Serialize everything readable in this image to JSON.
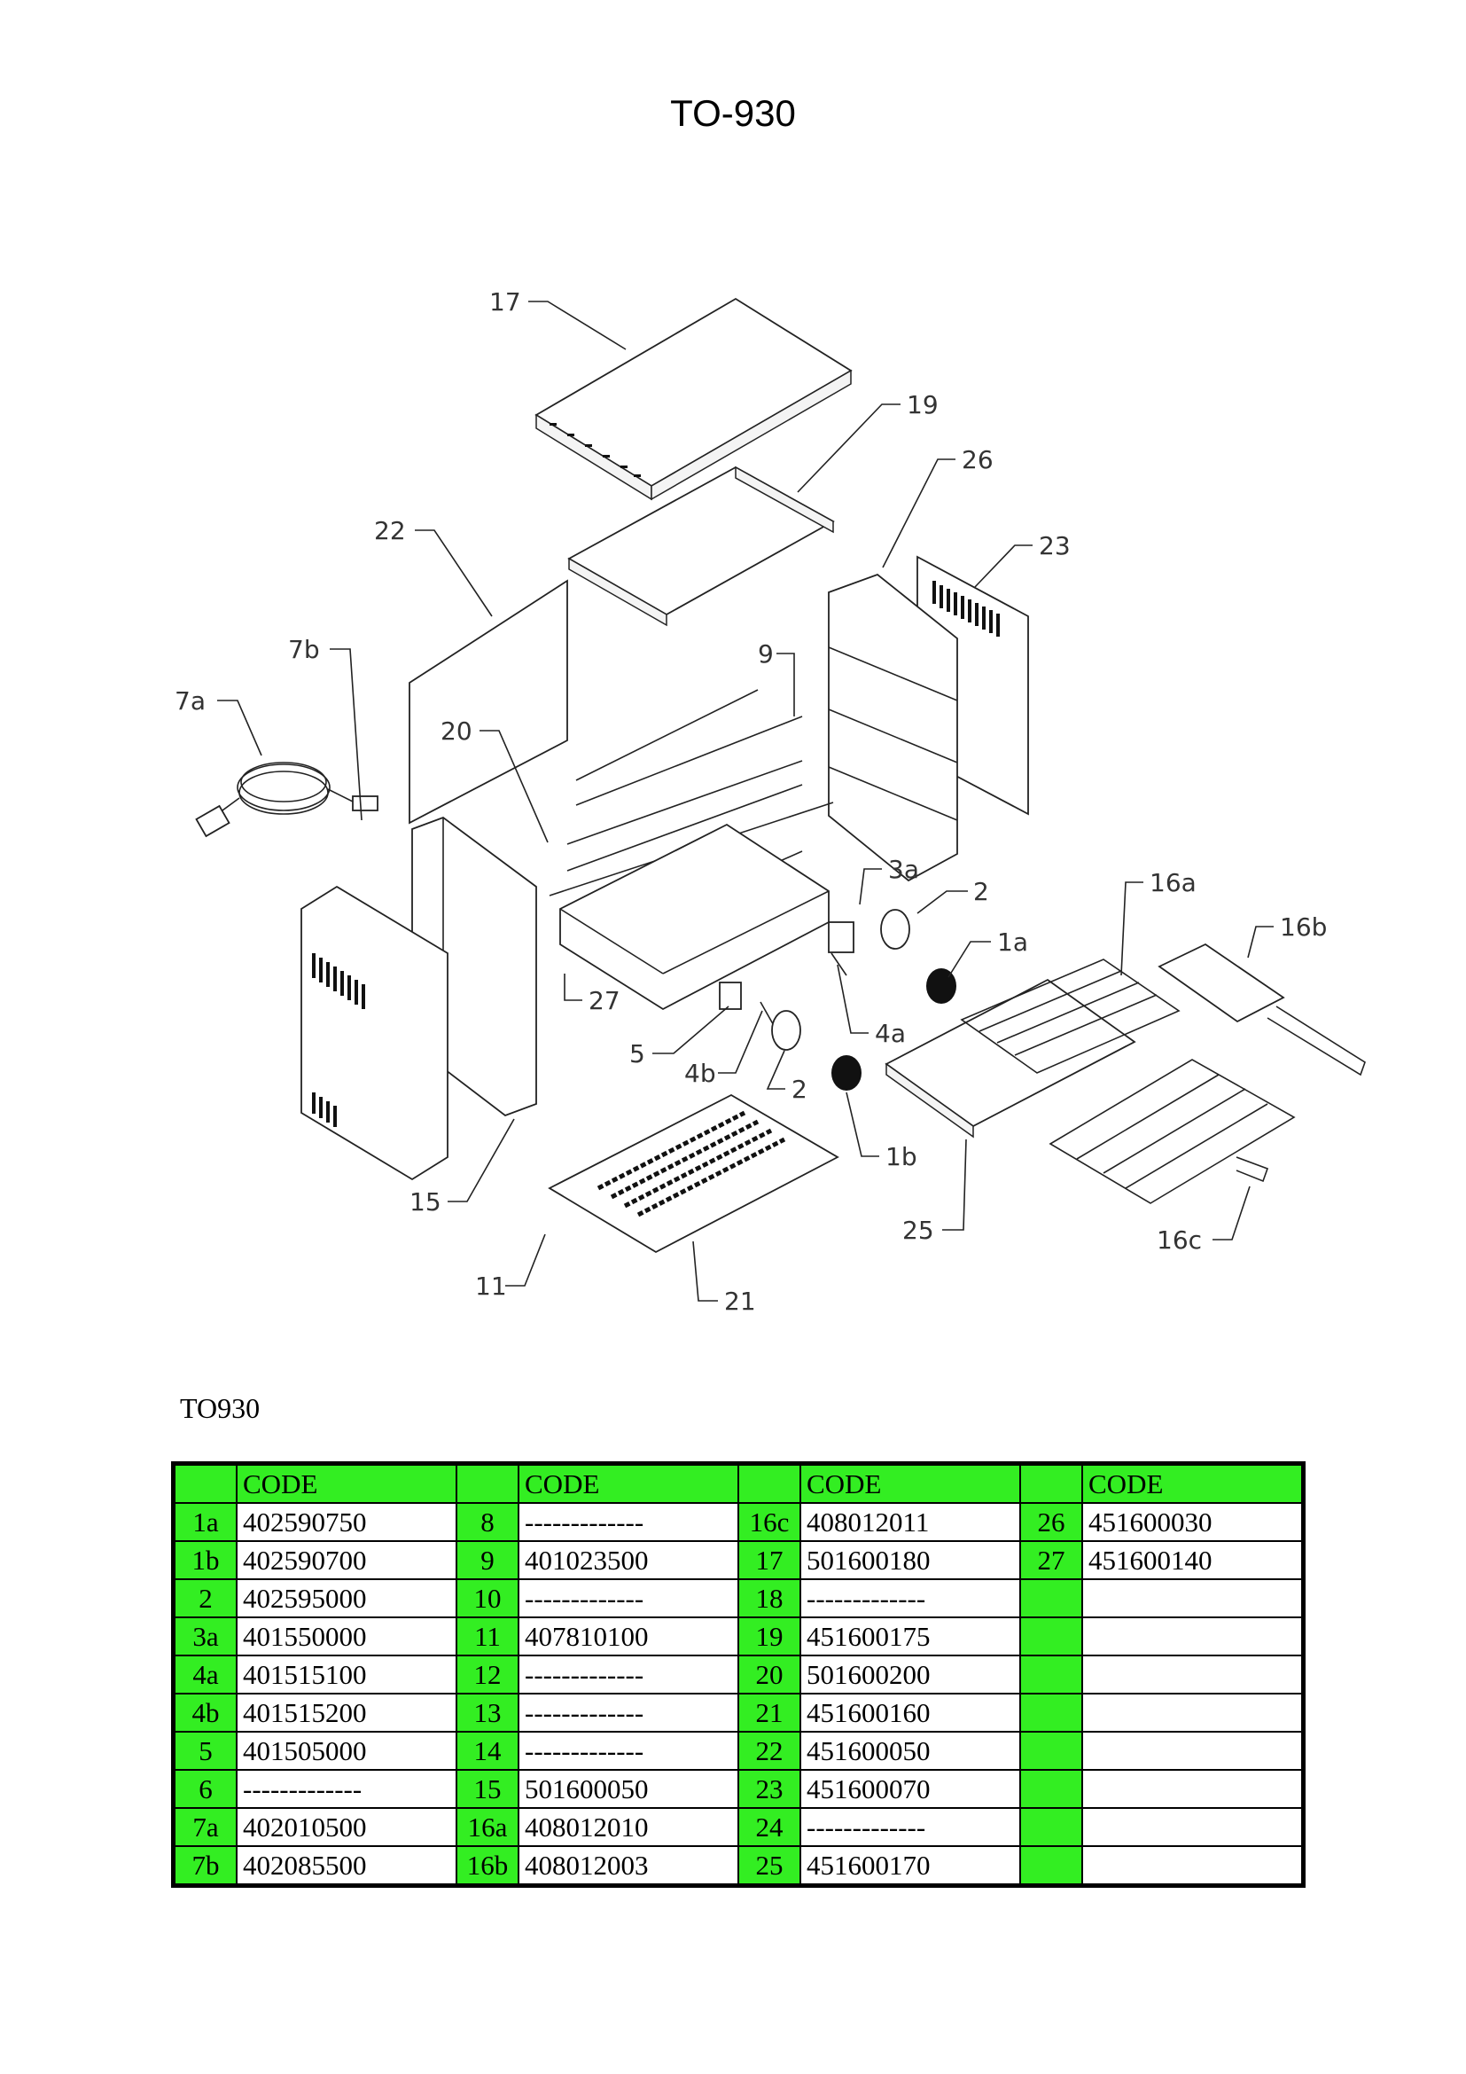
{
  "title": "TO-930",
  "diagram": {
    "callouts": [
      "17",
      "19",
      "26",
      "23",
      "22",
      "9",
      "7b",
      "7a",
      "20",
      "3a",
      "2",
      "16a",
      "16b",
      "1a",
      "27",
      "5",
      "4a",
      "4b",
      "2",
      "1b",
      "15",
      "25",
      "16c",
      "11",
      "21"
    ]
  },
  "table": {
    "caption": "TO930",
    "header": "CODE",
    "columns": [
      {
        "rows": [
          {
            "num": "1a",
            "code": "402590750"
          },
          {
            "num": "1b",
            "code": "402590700"
          },
          {
            "num": "2",
            "code": "402595000"
          },
          {
            "num": "3a",
            "code": "401550000"
          },
          {
            "num": "4a",
            "code": "401515100"
          },
          {
            "num": "4b",
            "code": "401515200"
          },
          {
            "num": "5",
            "code": "401505000"
          },
          {
            "num": "6",
            "code": "-------------"
          },
          {
            "num": "7a",
            "code": "402010500"
          },
          {
            "num": "7b",
            "code": "402085500"
          }
        ]
      },
      {
        "rows": [
          {
            "num": "8",
            "code": "-------------"
          },
          {
            "num": "9",
            "code": "401023500"
          },
          {
            "num": "10",
            "code": "-------------"
          },
          {
            "num": "11",
            "code": "407810100"
          },
          {
            "num": "12",
            "code": "-------------"
          },
          {
            "num": "13",
            "code": "-------------"
          },
          {
            "num": "14",
            "code": "-------------"
          },
          {
            "num": "15",
            "code": "501600050"
          },
          {
            "num": "16a",
            "code": "408012010"
          },
          {
            "num": "16b",
            "code": "408012003"
          }
        ]
      },
      {
        "rows": [
          {
            "num": "16c",
            "code": "408012011"
          },
          {
            "num": "17",
            "code": "501600180"
          },
          {
            "num": "18",
            "code": "-------------"
          },
          {
            "num": "19",
            "code": "451600175"
          },
          {
            "num": "20",
            "code": "501600200"
          },
          {
            "num": "21",
            "code": "451600160"
          },
          {
            "num": "22",
            "code": "451600050"
          },
          {
            "num": "23",
            "code": "451600070"
          },
          {
            "num": "24",
            "code": "-------------"
          },
          {
            "num": "25",
            "code": "451600170"
          }
        ]
      },
      {
        "rows": [
          {
            "num": "26",
            "code": "451600030"
          },
          {
            "num": "27",
            "code": "451600140"
          },
          {
            "num": "",
            "code": ""
          },
          {
            "num": "",
            "code": ""
          },
          {
            "num": "",
            "code": ""
          },
          {
            "num": "",
            "code": ""
          },
          {
            "num": "",
            "code": ""
          },
          {
            "num": "",
            "code": ""
          },
          {
            "num": "",
            "code": ""
          },
          {
            "num": "",
            "code": ""
          }
        ]
      }
    ]
  }
}
